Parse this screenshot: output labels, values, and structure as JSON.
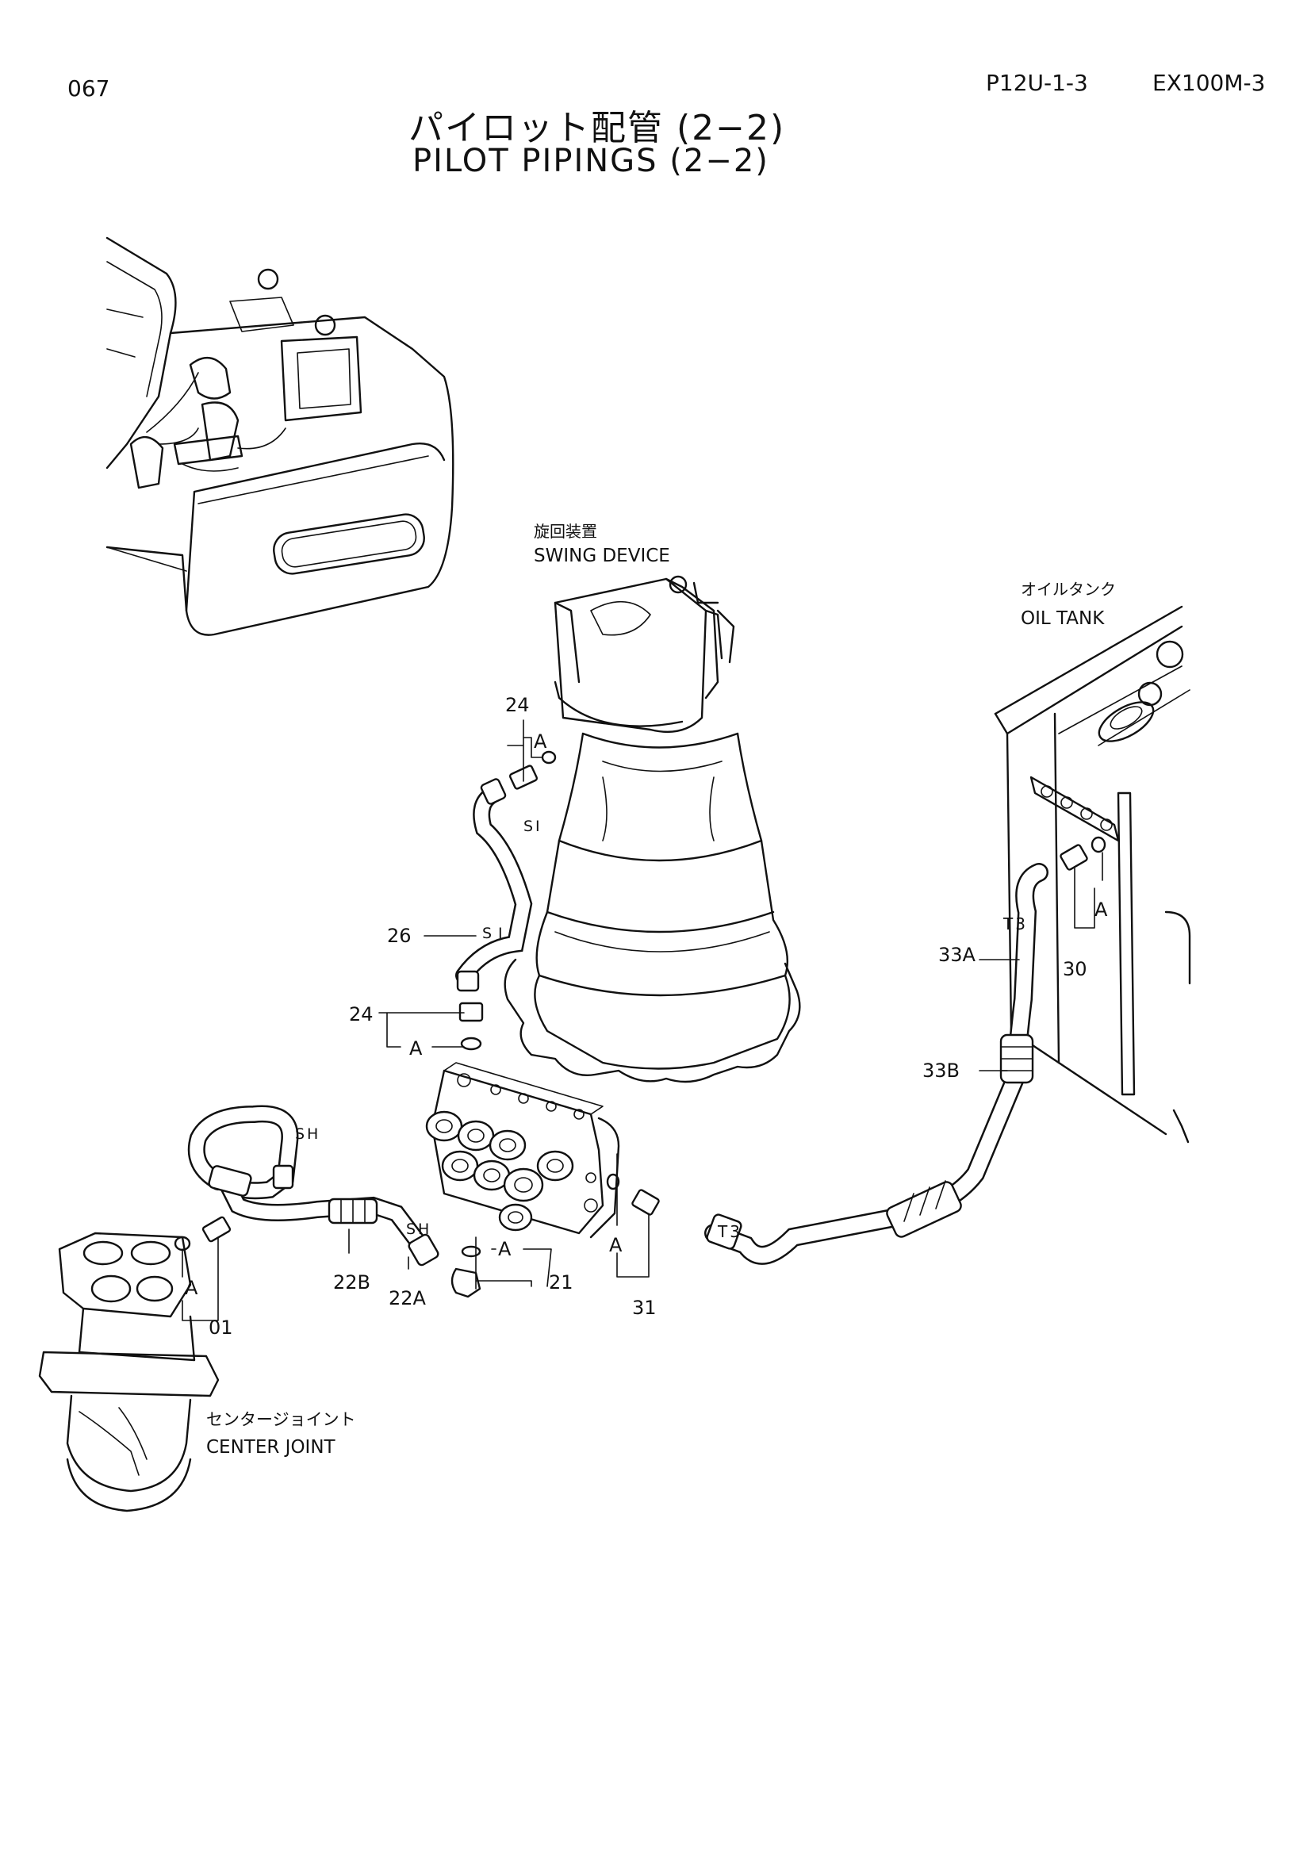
{
  "header": {
    "page_number": "067",
    "section_code": "P12U-1-3",
    "model": "EX100M-3"
  },
  "title": {
    "japanese": "パイロット配管 (2−2)",
    "english": "PILOT PIPINGS (2−2)"
  },
  "components": {
    "swing_device": {
      "jp": "旋回装置",
      "en": "SWING DEVICE"
    },
    "oil_tank": {
      "jp": "オイルタンク",
      "en": "OIL TANK"
    },
    "center_joint": {
      "jp": "センタージョイント",
      "en": "CENTER JOINT"
    }
  },
  "part_callouts": {
    "p24_top": "24",
    "p24_mid": "24",
    "p26": "26",
    "p33a": "33A",
    "p33b": "33B",
    "p30": "30",
    "p21": "21",
    "p22a": "22A",
    "p22b": "22B",
    "p31": "31",
    "p01": "01"
  },
  "marks": {
    "a": "A",
    "si": "SI",
    "sh": "SH",
    "t3": "T3"
  }
}
